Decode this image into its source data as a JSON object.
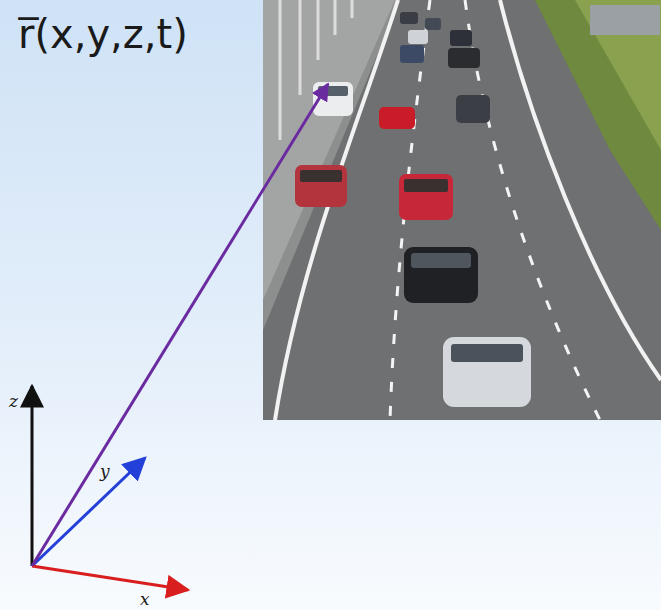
{
  "diagram": {
    "labels": [
      "r̅(x,y,z,t)",
      "z",
      "y",
      "x"
    ]
  }
}
